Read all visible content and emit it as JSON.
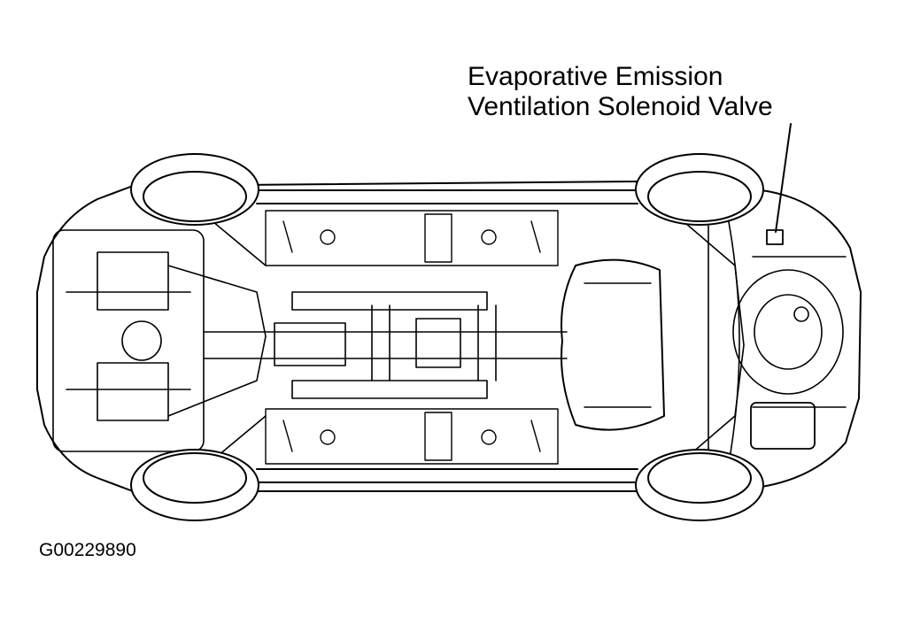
{
  "callout": {
    "line1": "Evaporative Emission",
    "line2": "Ventilation Solenoid Valve"
  },
  "figure_id": "G00229890",
  "colors": {
    "line": "#000000",
    "background": "#ffffff"
  }
}
